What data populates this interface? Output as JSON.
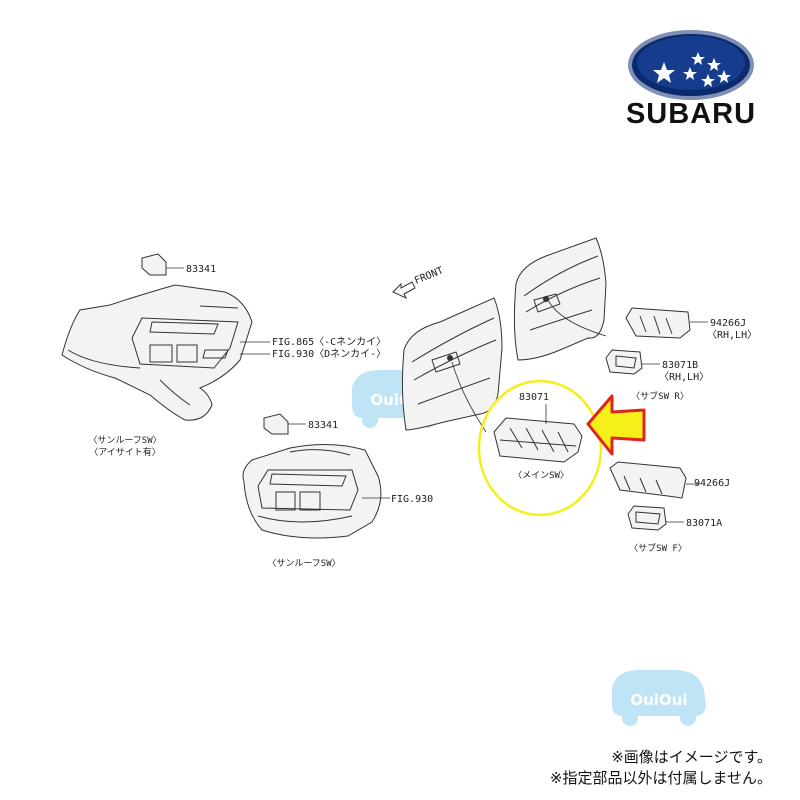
{
  "brand": {
    "name": "SUBARU"
  },
  "diagram": {
    "front_label": "FRONT",
    "parts": {
      "p83341_a": "83341",
      "fig865": "FIG.865〈-Cネンカイ〉",
      "fig930_a": "FIG.930〈Dネンカイ-〉",
      "sunroof_eyesight_1": "〈サンルーフSW〉",
      "sunroof_eyesight_2": "〈アイサイト有〉",
      "p83341_b": "83341",
      "fig930_b": "FIG.930",
      "sunroof_sw": "〈サンルーフSW〉",
      "p94266J_r": "94266J",
      "rh_lh_1": "〈RH,LH〉",
      "p83071B": "83071B",
      "rh_lh_2": "〈RH,LH〉",
      "sub_sw_r": "〈サブSW R〉",
      "p83071": "83071",
      "main_sw": "〈メインSW〉",
      "p94266J_f": "94266J",
      "p83071A": "83071A",
      "sub_sw_f": "〈サブSW F〉"
    },
    "highlight_color": "#f5ef1a",
    "arrow_color": "#f5ef1a",
    "arrow_outline": "#e0261b"
  },
  "watermark": {
    "text": "OuiOui",
    "color": "#a9dcf2"
  },
  "notes": [
    "※画像はイメージです。",
    "※指定部品以外は付属しません。"
  ]
}
